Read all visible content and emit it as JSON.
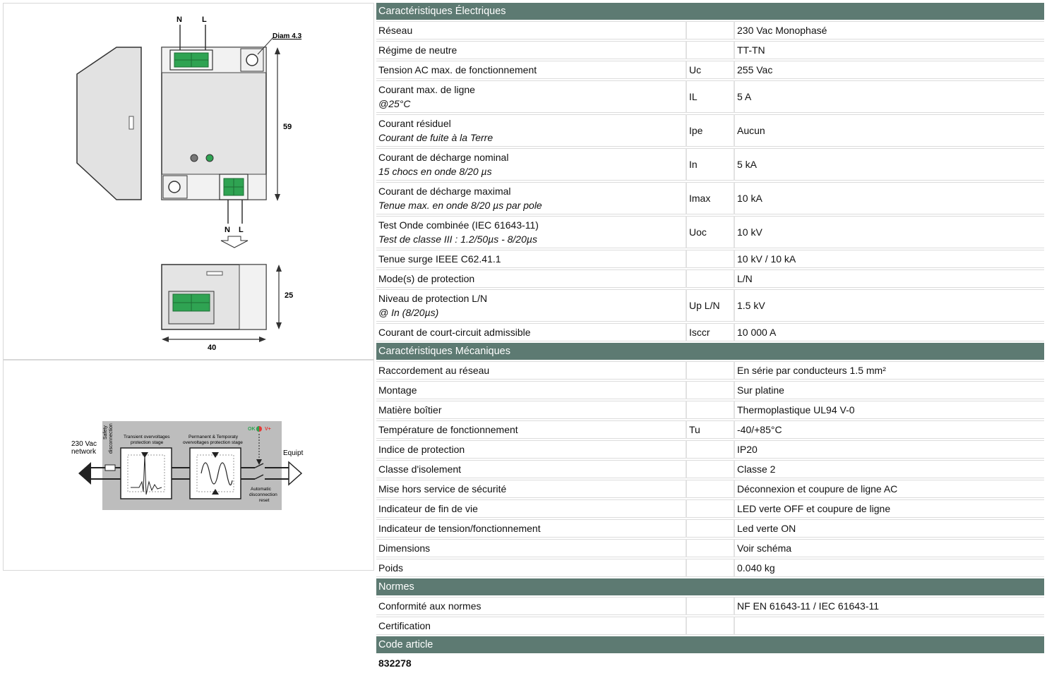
{
  "drawing": {
    "label_n_top": "N",
    "label_l_top": "L",
    "label_diam": "Diam 4.3",
    "dim_height": "59",
    "label_n_bottom": "N",
    "label_l_bottom": "L",
    "dim_depth": "25",
    "dim_width": "40"
  },
  "diagram": {
    "network_line1": "230 Vac",
    "network_line2": "network",
    "safety_line1": "Safety",
    "safety_line2": "disconnection",
    "transient_line1": "Transient overvoltages",
    "transient_line2": "protection stage",
    "permanent_line1": "Permanent & Temporaty",
    "permanent_line2": "overvoltages protection stage",
    "ok_label": "OK",
    "v_label": "V+",
    "equipt_label": "Equipt",
    "auto_line1": "Automatic",
    "auto_line2": "disconnection",
    "auto_line3": "reset"
  },
  "sections": {
    "electrical": "Caractéristiques Électriques",
    "mechanical": "Caractéristiques Mécaniques",
    "standards": "Normes",
    "article_code": "Code article"
  },
  "electrical_rows": [
    {
      "label": "Réseau",
      "sub": "",
      "symbol": "",
      "value": "230 Vac Monophasé"
    },
    {
      "label": "Régime de neutre",
      "sub": "",
      "symbol": "",
      "value": "TT-TN"
    },
    {
      "label": "Tension AC max. de fonctionnement",
      "sub": "",
      "symbol": "Uc",
      "value": "255 Vac"
    },
    {
      "label": "Courant max. de ligne",
      "sub": "@25°C",
      "symbol": "IL",
      "value": "5 A"
    },
    {
      "label": "Courant résiduel",
      "sub": "Courant de fuite à la Terre",
      "symbol": "Ipe",
      "value": "Aucun"
    },
    {
      "label": "Courant de décharge nominal",
      "sub": "15 chocs en onde 8/20 µs",
      "symbol": "In",
      "value": "5 kA"
    },
    {
      "label": "Courant de décharge maximal",
      "sub": "Tenue max. en onde 8/20 µs par pole",
      "symbol": "Imax",
      "value": "10 kA"
    },
    {
      "label": "Test Onde combinée (IEC 61643-11)",
      "sub": "Test de classe III : 1.2/50µs - 8/20µs",
      "symbol": "Uoc",
      "value": "10 kV"
    },
    {
      "label": "Tenue surge IEEE C62.41.1",
      "sub": "",
      "symbol": "",
      "value": "10 kV / 10 kA"
    },
    {
      "label": "Mode(s) de protection",
      "sub": "",
      "symbol": "",
      "value": "L/N"
    },
    {
      "label": "Niveau de protection L/N",
      "sub": "@ In (8/20µs)",
      "symbol": "Up L/N",
      "value": "1.5 kV"
    },
    {
      "label": "Courant de court-circuit admissible",
      "sub": "",
      "symbol": "Isccr",
      "value": "10 000 A"
    }
  ],
  "mechanical_rows": [
    {
      "label": "Raccordement au réseau",
      "symbol": "",
      "value": "En série par conducteurs 1.5 mm²"
    },
    {
      "label": "Montage",
      "symbol": "",
      "value": "Sur platine"
    },
    {
      "label": "Matière boîtier",
      "symbol": "",
      "value": "Thermoplastique UL94 V-0"
    },
    {
      "label": "Température de fonctionnement",
      "symbol": "Tu",
      "value": "-40/+85°C"
    },
    {
      "label": "Indice de protection",
      "symbol": "",
      "value": "IP20"
    },
    {
      "label": "Classe d'isolement",
      "symbol": "",
      "value": "Classe 2"
    },
    {
      "label": "Mise hors service de sécurité",
      "symbol": "",
      "value": "Déconnexion et coupure de ligne AC"
    },
    {
      "label": "Indicateur de fin de vie",
      "symbol": "",
      "value": "LED verte OFF et coupure de ligne"
    },
    {
      "label": "Indicateur de tension/fonctionnement",
      "symbol": "",
      "value": "Led verte ON"
    },
    {
      "label": "Dimensions",
      "symbol": "",
      "value": "Voir schéma"
    },
    {
      "label": "Poids",
      "symbol": "",
      "value": "0.040 kg"
    }
  ],
  "standards_rows": [
    {
      "label": "Conformité aux normes",
      "symbol": "",
      "value": "NF EN 61643-11 / IEC 61643-11"
    },
    {
      "label": "Certification",
      "symbol": "",
      "value": ""
    }
  ],
  "code": "832278",
  "colors": {
    "section_bg": "#5d7a72",
    "terminal_green": "#2fa352"
  }
}
